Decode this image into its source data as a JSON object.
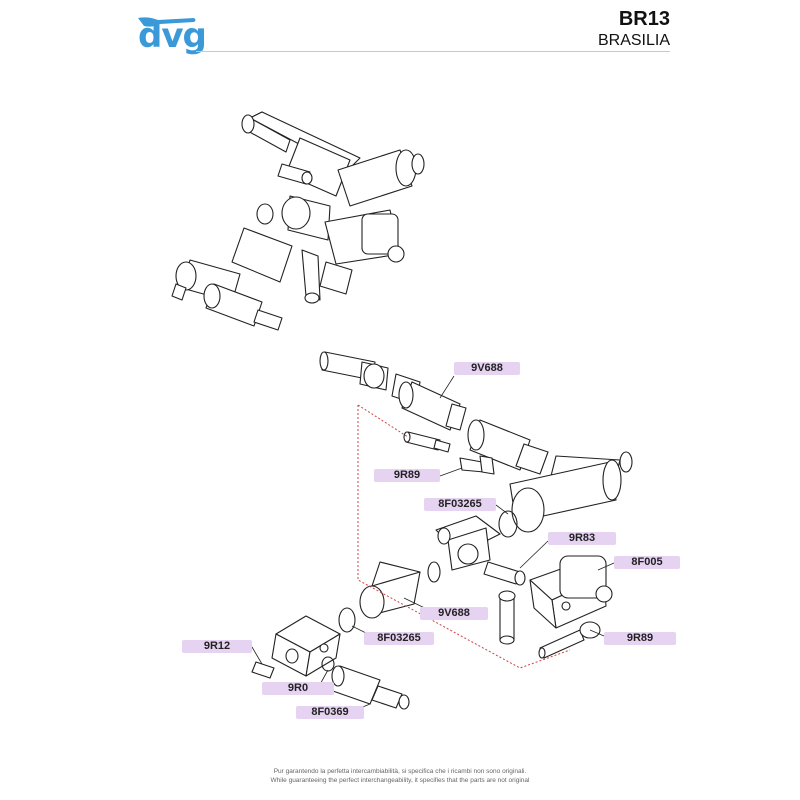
{
  "header": {
    "logo_text": "dvg",
    "code": "BR13",
    "model": "BRASILIA"
  },
  "labels": {
    "l_9v688_top": "9V688",
    "l_9r89_left": "9R89",
    "l_8f03265_top": "8F03265",
    "l_9r83": "9R83",
    "l_8f005": "8F005",
    "l_9v688_bottom": "9V688",
    "l_8f03265_bottom": "8F03265",
    "l_9r89_right": "9R89",
    "l_9r12": "9R12",
    "l_9r0": "9R0",
    "l_8f0369": "8F0369"
  },
  "footer": {
    "line_it": "Pur garantendo la perfetta intercambiabilità, si specifica che i ricambi non sono originali.",
    "line_en": "While guaranteeing the perfect interchangeability, it specifies that the parts are not original"
  },
  "colors": {
    "brand": "#3a9ad9",
    "label_bg": "#e6d3f2",
    "guide_line": "#d04040"
  }
}
